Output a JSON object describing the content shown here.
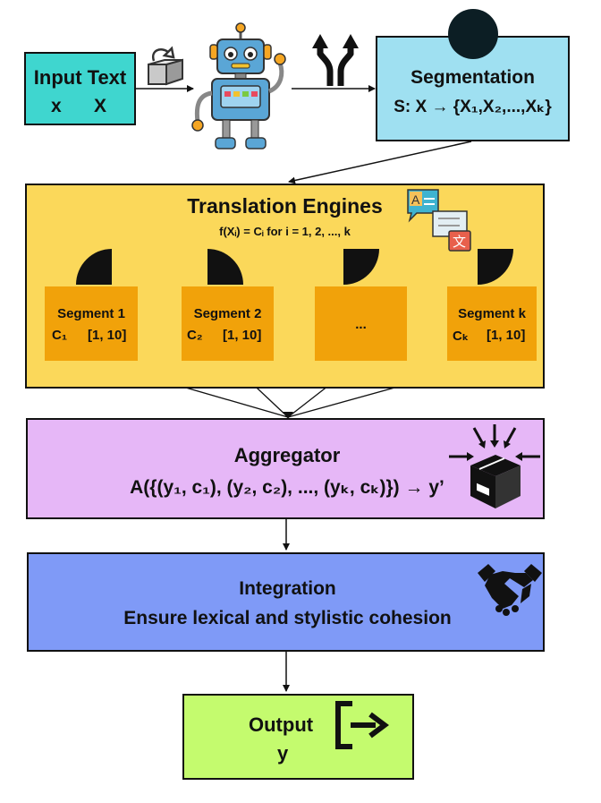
{
  "colors": {
    "input_fill": "#3fd6cf",
    "segmentation_fill": "#9fe0f1",
    "engines_fill": "#fbd85a",
    "segment_fill": "#f1a20a",
    "aggregator_fill": "#e6b7f7",
    "integration_fill": "#7f9af7",
    "output_fill": "#c4fb6e"
  },
  "input": {
    "title": "Input Text",
    "var_lower": "x",
    "var_upper": "X"
  },
  "segmentation": {
    "title": "Segmentation",
    "formula": "S: X → {X₁,X₂,...,Xₖ}"
  },
  "engines": {
    "title": "Translation Engines",
    "formula": "f(Xᵢ) = Cᵢ for i = 1, 2, ..., k",
    "segments": [
      {
        "label": "Segment 1",
        "conf": "C₁",
        "range": "[1, 10]"
      },
      {
        "label": "Segment 2",
        "conf": "C₂",
        "range": "[1, 10]"
      },
      {
        "label": "...",
        "conf": "",
        "range": ""
      },
      {
        "label": "Segment k",
        "conf": "Cₖ",
        "range": "[1, 10]"
      }
    ]
  },
  "aggregator": {
    "title": "Aggregator",
    "formula": "A({(y₁, c₁), (y₂, c₂), ..., (yₖ, cₖ)}) → y’"
  },
  "integration": {
    "title": "Integration",
    "subtitle": "Ensure lexical and stylistic cohesion"
  },
  "output": {
    "title": "Output",
    "var": "y"
  },
  "icons": {
    "robot": "robot-icon",
    "box": "box-icon",
    "split": "split-arrows-icon",
    "translate": "translate-bubbles-icon",
    "package": "package-inbound-icon",
    "handshake": "handshake-icon",
    "exit": "exit-arrow-icon"
  },
  "translate_glyphs": {
    "a": "A",
    "b": "文"
  }
}
